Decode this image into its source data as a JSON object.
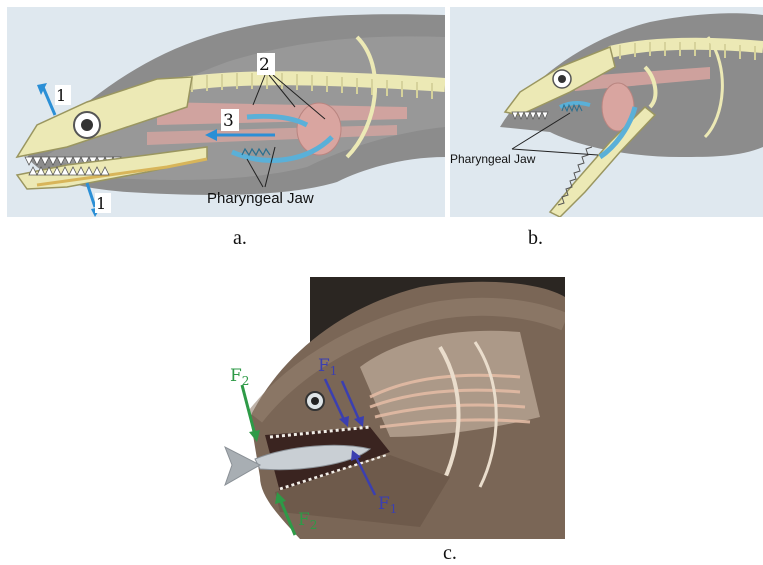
{
  "figure": {
    "panel_a": {
      "caption": "a.",
      "labels": {
        "num1_top": "1",
        "num1_bottom": "1",
        "num2": "2",
        "num3": "3",
        "pharyngeal_jaw": "Pharyngeal Jaw"
      }
    },
    "panel_b": {
      "caption": "b.",
      "labels": {
        "pharyngeal_jaw": "Pharyngeal Jaw"
      }
    },
    "panel_c": {
      "caption": "c.",
      "labels": {
        "f1_top": "F",
        "f1_top_sub": "1",
        "f2_top": "F",
        "f2_top_sub": "2",
        "f1_bottom": "F",
        "f1_bottom_sub": "1",
        "f2_bottom": "F",
        "f2_bottom_sub": "2"
      }
    },
    "colors": {
      "arrow_blue": "#2b8fd6",
      "force_blue": "#3b3fb0",
      "force_green": "#2e9a47",
      "bone": "#ece9b5",
      "muscle": "#d9a5a0",
      "skin": "#8e8e8e"
    }
  }
}
